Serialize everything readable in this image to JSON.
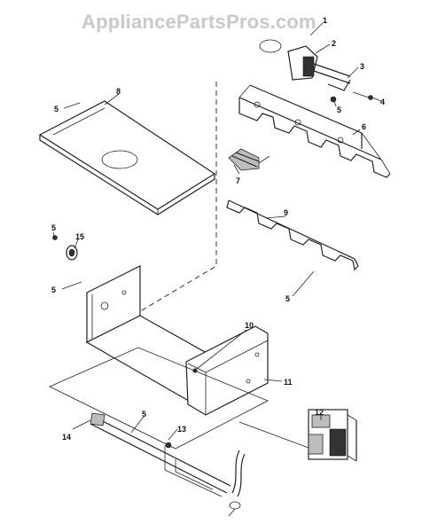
{
  "watermark": "AppliancePartsPros.com",
  "callouts": {
    "c1": "1",
    "c2": "2",
    "c3": "3",
    "c4": "4",
    "c5a": "5",
    "c5b": "5",
    "c5c": "5",
    "c5d": "5",
    "c5e": "5",
    "c5f": "5",
    "c6": "6",
    "c7": "7",
    "c8": "8",
    "c9": "9",
    "c10": "10",
    "c11": "11",
    "c12": "12",
    "c13": "13",
    "c14": "14",
    "c15": "15"
  }
}
